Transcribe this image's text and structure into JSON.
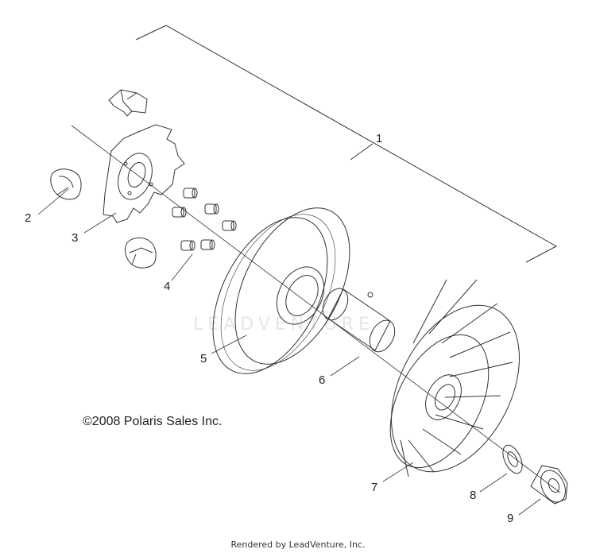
{
  "diagram": {
    "callouts": [
      "1",
      "2",
      "3",
      "4",
      "5",
      "6",
      "7",
      "8",
      "9"
    ],
    "copyright": "©2008 Polaris Sales Inc.",
    "watermark": "LEADVENTURE",
    "footer": "Rendered by LeadVenture, Inc."
  }
}
